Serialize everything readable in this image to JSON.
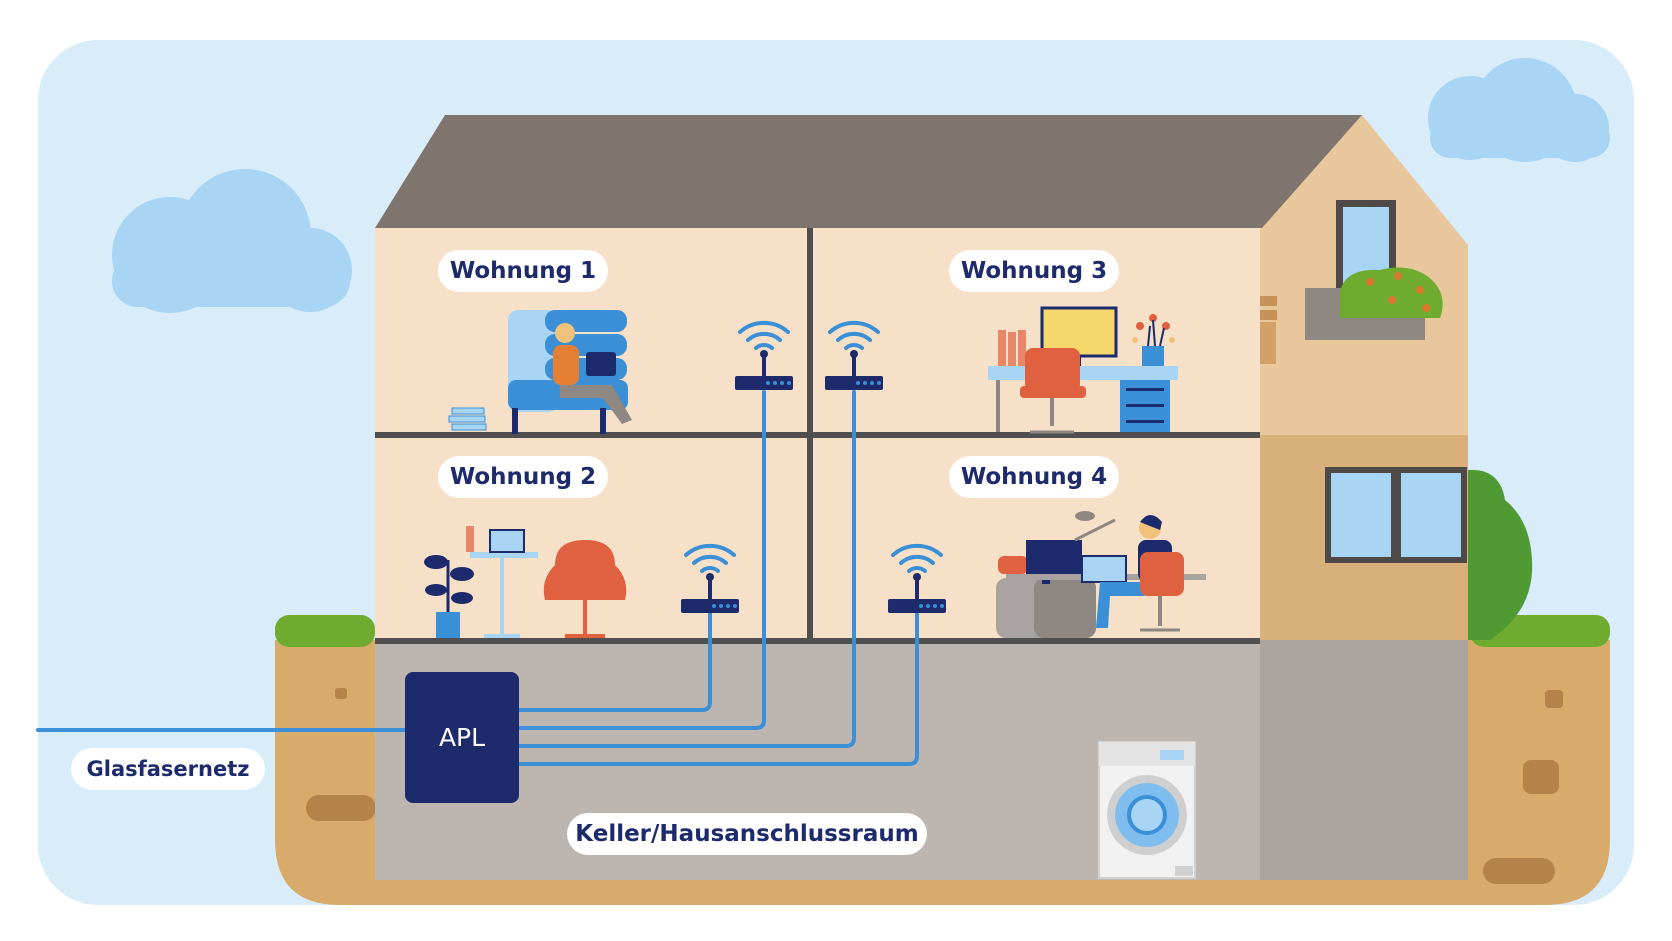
{
  "labels": {
    "wohnung_1": "Wohnung 1",
    "wohnung_2": "Wohnung 2",
    "wohnung_3": "Wohnung 3",
    "wohnung_4": "Wohnung 4",
    "apl": "APL",
    "glasfasernetz": "Glasfasernetz",
    "keller": "Keller/Hausanschlussraum"
  },
  "colors": {
    "sky": "#d9ecf9",
    "cloud": "#a8d5f3",
    "roof": "#7f756f",
    "wall": "#f6e1c8",
    "side_wall": "#e8c79c",
    "floor_line": "#4f4f4f",
    "basement": "#bdb6b0",
    "ground": "#d8ab6b",
    "grass": "#6eab2e",
    "fiber": "#3a8fd6",
    "apl": "#1d2a6b",
    "label_text": "#1d2a6b"
  },
  "icons": [
    "cloud-icon",
    "wifi-router-icon",
    "washing-machine-icon",
    "armchair-icon",
    "desk-icon",
    "plant-icon",
    "person-icon"
  ]
}
